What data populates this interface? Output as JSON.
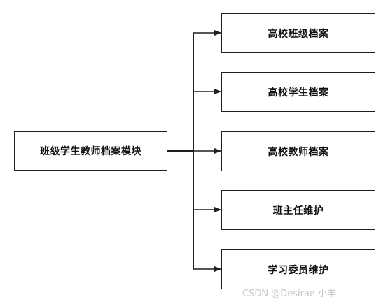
{
  "diagram": {
    "root": {
      "label": "班级学生教师档案模块"
    },
    "children": [
      {
        "label": "高校班级档案"
      },
      {
        "label": "高校学生档案"
      },
      {
        "label": "高校教师档案"
      },
      {
        "label": "班主任维护"
      },
      {
        "label": "学习委员维护"
      }
    ]
  },
  "watermark": {
    "text": "CSDN @Desirae 小羊"
  },
  "colors": {
    "stroke": "#1f1f1f",
    "text": "#111111",
    "watermark": "#c8c8c8"
  }
}
